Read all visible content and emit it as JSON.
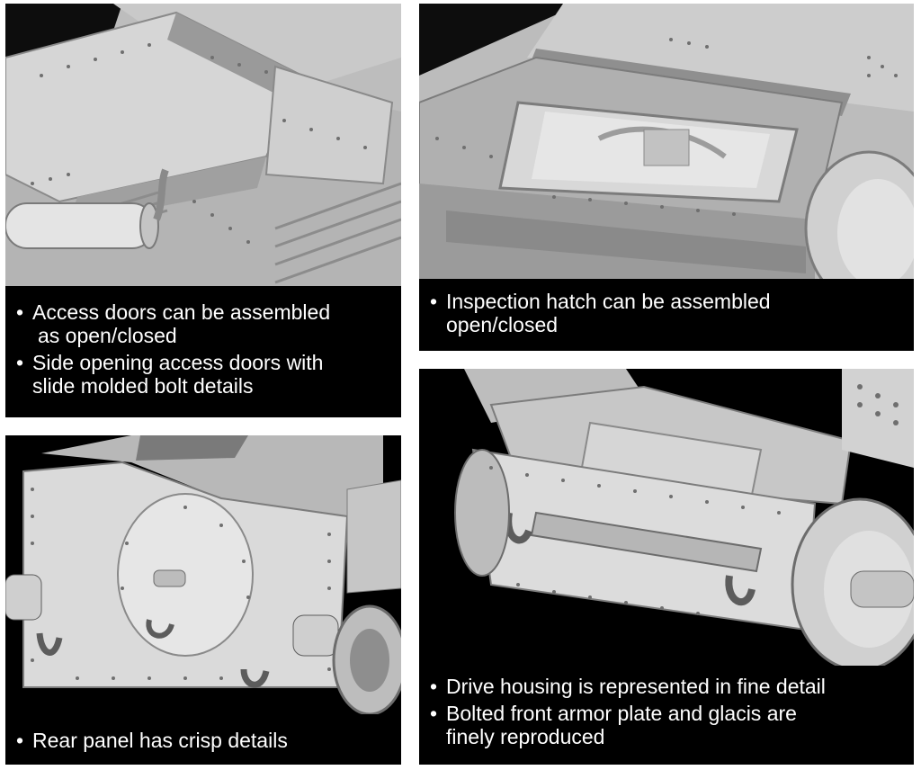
{
  "panels": [
    {
      "id": "top-left",
      "bullets": [
        {
          "line1": "Access doors can be assembled",
          "line2": "as open/closed"
        },
        {
          "line1": "Side opening access doors with",
          "line2": "slide molded bolt details"
        }
      ]
    },
    {
      "id": "top-right",
      "bullets": [
        {
          "line1": "Inspection hatch can be assembled",
          "line2": "open/closed"
        }
      ]
    },
    {
      "id": "bottom-left",
      "bullets": [
        {
          "line1": "Rear panel has crisp details"
        }
      ]
    },
    {
      "id": "bottom-right",
      "bullets": [
        {
          "line1": "Drive housing is represented in fine detail"
        },
        {
          "line1": "Bolted front armor plate and glacis are",
          "line2": "finely reproduced"
        }
      ]
    }
  ],
  "colors": {
    "panel": "#000000",
    "caption_text": "#ffffff",
    "render_light": "#d2d2d2",
    "render_mid": "#a8a8a8",
    "render_dark": "#6e6e6e"
  }
}
